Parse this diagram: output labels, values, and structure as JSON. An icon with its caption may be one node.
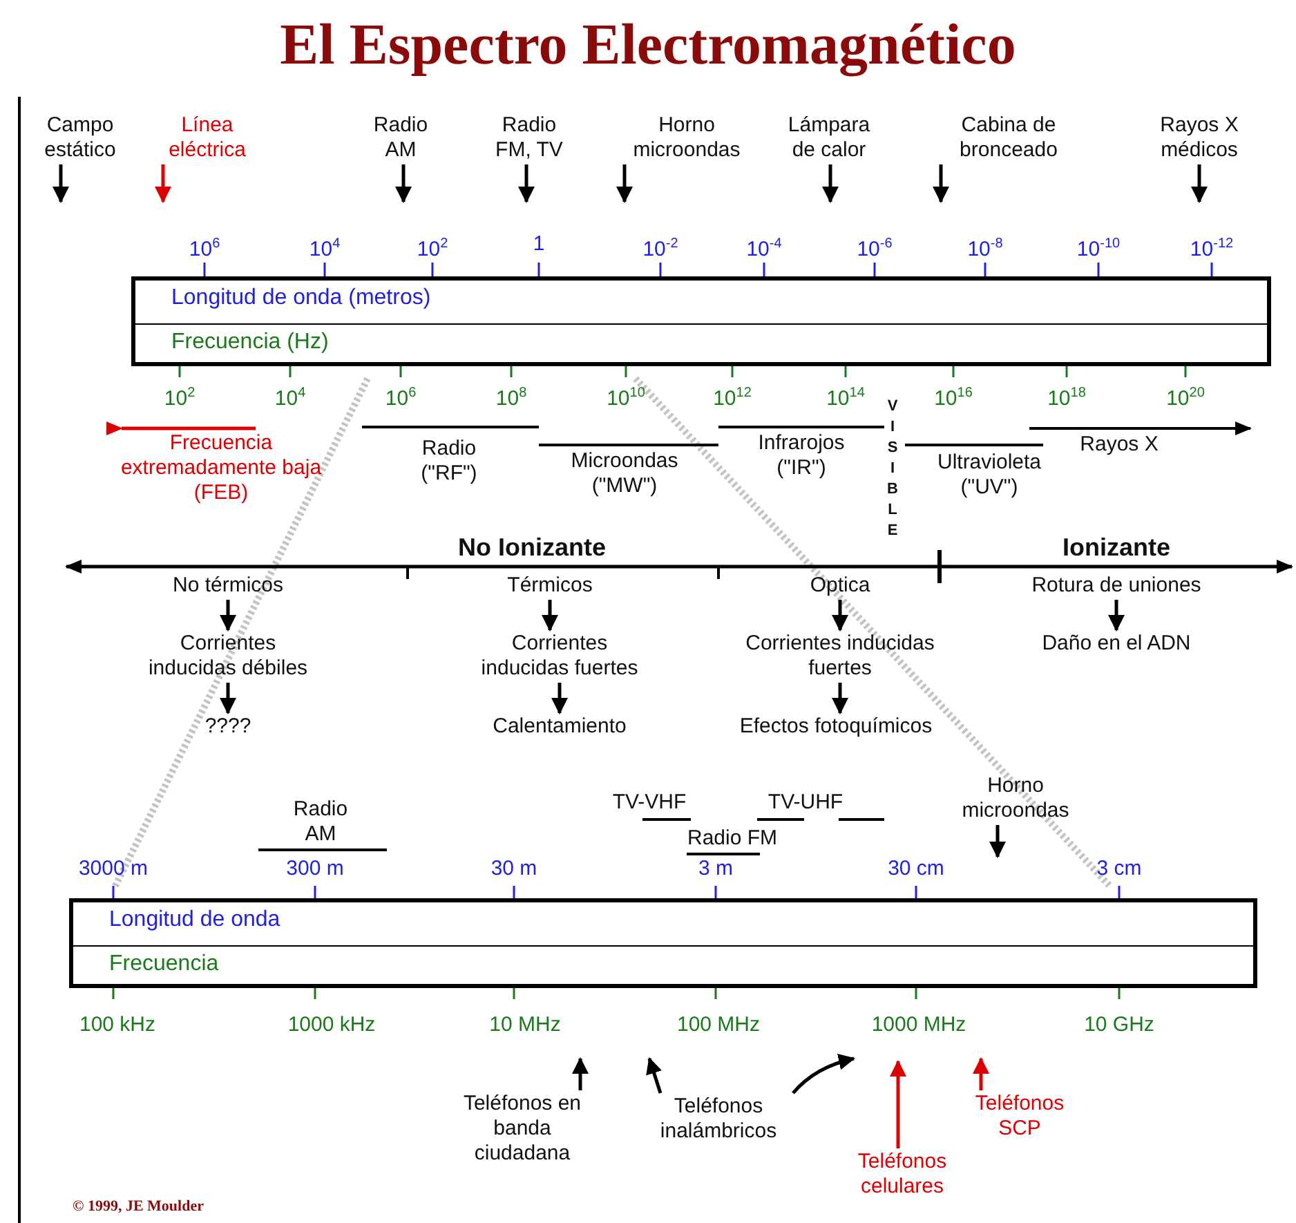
{
  "diagram": {
    "title": "El Espectro Electromagnético",
    "nodes": [
      {
        "text": [
          "Campo estático"
        ]
      },
      {
        "text": [
          "Línea eléctrica"
        ]
      },
      {
        "text": [
          "Radio AM"
        ]
      },
      {
        "text": [
          "Radio FM, TV"
        ]
      },
      {
        "text": [
          "Horno microondas"
        ]
      },
      {
        "text": [
          "Lámpara de calor"
        ]
      },
      {
        "text": [
          "Cabina de bronceado"
        ]
      },
      {
        "text": [
          "Rayos X médicos"
        ]
      },
      {
        "text": [
          "Longitud de onda (metros)",
          "Frecuencia (Hz)"
        ]
      },
      {
        "text": [
          "No térmicos"
        ]
      },
      {
        "text": [
          "Térmicos"
        ]
      },
      {
        "text": [
          "Optica"
        ]
      },
      {
        "text": [
          "Rotura de uniones"
        ]
      },
      {
        "text": [
          "Corrientes inducidas débiles"
        ]
      },
      {
        "text": [
          "Corrientes inducidas fuertes"
        ]
      },
      {
        "text": [
          "Corrientes inducidas fuertes"
        ]
      },
      {
        "text": [
          "Daño en el ADN"
        ]
      },
      {
        "text": [
          "????"
        ]
      },
      {
        "text": [
          "Calentamiento"
        ]
      },
      {
        "text": [
          "Efectos fotoquímicos"
        ]
      },
      {
        "text": [
          "Horno microondas"
        ]
      },
      {
        "text": [
          "Longitud de onda",
          "Frecuencia"
        ]
      },
      {
        "text": [
          "Teléfonos en banda ciudadana"
        ]
      },
      {
        "text": [
          "Teléfonos inalámbricos"
        ]
      },
      {
        "text": [
          "Teléfonos celulares"
        ]
      },
      {
        "text": [
          "Teléfonos SCP"
        ]
      }
    ],
    "edges": [
      {
        "from": 0,
        "to": null,
        "arrow": "to"
      },
      {
        "from": 1,
        "to": null,
        "arrow": "to",
        "color": "#dd0000"
      },
      {
        "from": 2,
        "to": null,
        "arrow": "to"
      },
      {
        "from": 3,
        "to": null,
        "arrow": "to"
      },
      {
        "from": 4,
        "to": null,
        "arrow": "to"
      },
      {
        "from": 5,
        "to": null,
        "arrow": "to"
      },
      {
        "from": 6,
        "to": null,
        "arrow": "to"
      },
      {
        "from": 7,
        "to": null,
        "arrow": "to"
      },
      {
        "from": 9,
        "to": 13,
        "arrow": "to"
      },
      {
        "from": 13,
        "to": 17,
        "arrow": "to"
      },
      {
        "from": 10,
        "to": 14,
        "arrow": "to"
      },
      {
        "from": 14,
        "to": 18,
        "arrow": "to"
      },
      {
        "from": 11,
        "to": 15,
        "arrow": "to"
      },
      {
        "from": 15,
        "to": 19,
        "arrow": "to"
      },
      {
        "from": 12,
        "to": 16,
        "arrow": "to"
      },
      {
        "from": 20,
        "to": null,
        "arrow": "to"
      },
      {
        "from": 22,
        "to": null,
        "arrow": "to"
      },
      {
        "from": 23,
        "to": null,
        "arrow": "to"
      },
      {
        "from": 23,
        "to": null,
        "arrow": "to"
      },
      {
        "from": 24,
        "to": null,
        "arrow": "to",
        "color": "#dd0000"
      },
      {
        "from": 25,
        "to": null,
        "arrow": "to",
        "color": "#dd0000"
      }
    ],
    "labels": [
      "10$^{6}$",
      "10$^{4}$",
      "10$^{2}$",
      "1",
      "10$^{-2}$",
      "10$^{-4}$",
      "10$^{-6}$",
      "10$^{-8}$",
      "10$^{-10}$",
      "10$^{-12}$",
      "10$^{2}$",
      "10$^{4}$",
      "10$^{6}$",
      "10$^{8}$",
      "10$^{10}$",
      "10$^{12}$",
      "10$^{14}$",
      "10$^{16}$",
      "10$^{18}$",
      "10$^{20}$",
      "Frecuencia extremadamente baja (FEB)",
      "Radio (\"RF\")",
      "Microondas (\"MW\")",
      "Infrarojos (\"IR\")",
      "VISIBLE",
      "Ultravioleta (\"UV\")",
      "Rayos X",
      "No Ionizante",
      "Ionizante",
      "Radio AM",
      "TV-VHF",
      "TV-UHF",
      "Radio FM",
      "3000 m",
      "300 m",
      "30 m",
      "3 m",
      "30 cm",
      "3 cm",
      "100 kHz",
      "1000 kHz",
      "10 MHz",
      "100 MHz",
      "1000 MHz",
      "10 GHz",
      "© 1999, JE Moulder"
    ]
  }
}
